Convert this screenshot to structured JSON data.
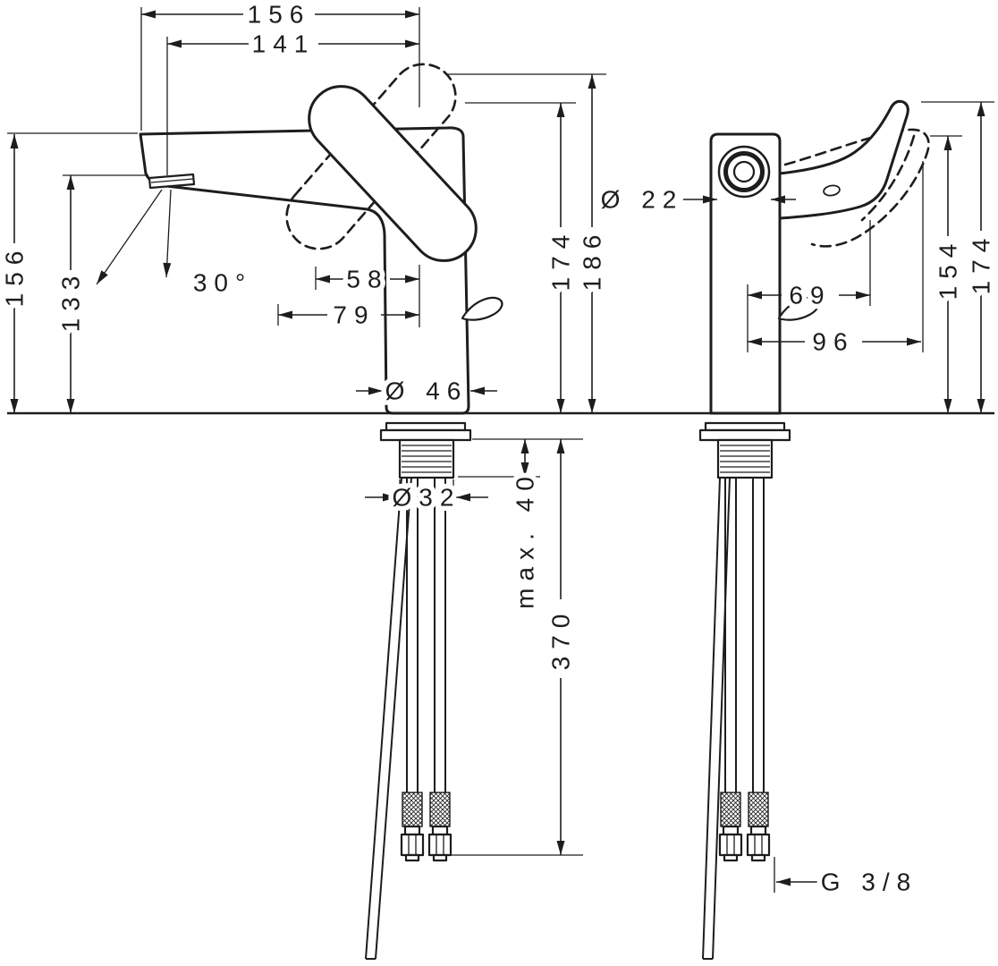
{
  "colors": {
    "ink": "#1d1d1b",
    "background": "#ffffff"
  },
  "side_view": {
    "width_total": "156",
    "spout_reach": "141",
    "height_to_spout": "156",
    "height_to_outlet": "133",
    "spray_angle": "30°",
    "handle_depth": "58",
    "handle_reach": "79",
    "base_diameter": "Ø 46",
    "height_handle": "174",
    "height_handle_raised": "186",
    "shank_diameter": "Ø32",
    "counter_thickness_max": "max. 40",
    "hose_length": "370"
  },
  "front_view": {
    "aerator_diameter": "Ø 22",
    "handle_offset": "69",
    "handle_swing_width": "96",
    "height_handle_side": "154",
    "height_total": "174",
    "supply_thread": "G 3/8"
  }
}
